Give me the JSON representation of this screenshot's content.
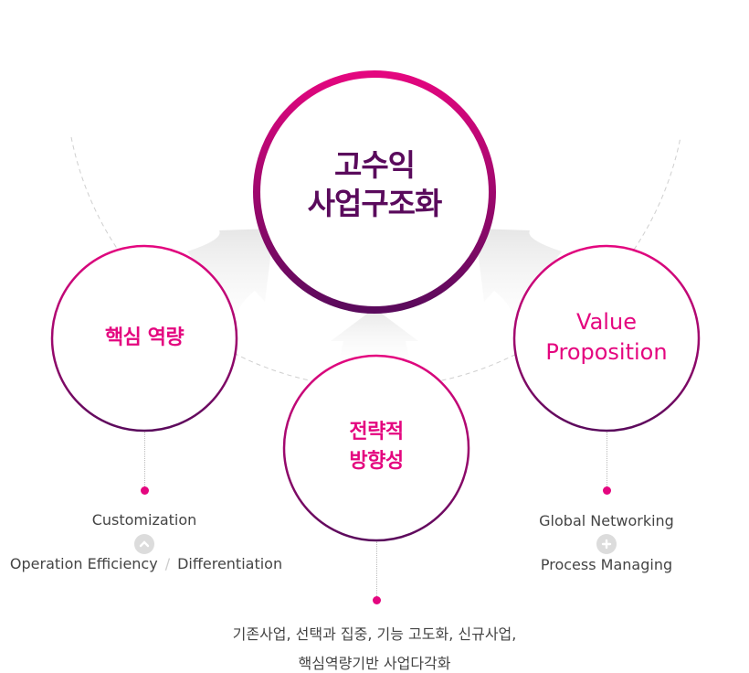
{
  "diagram": {
    "center": {
      "lines": [
        "고수익",
        "사업구조화"
      ]
    },
    "nodes": [
      {
        "id": "core-competency",
        "lines": [
          "핵심 역량"
        ],
        "items": {
          "top": "Customization",
          "connector_icon": "chevron-up-icon",
          "bottom_left": "Operation Efficiency",
          "separator": "/",
          "bottom_right": "Differentiation"
        }
      },
      {
        "id": "strategic-direction",
        "lines": [
          "전략적",
          "방향성"
        ],
        "items": {
          "line1": "기존사업, 선택과 집중, 기능 고도화, 신규사업,",
          "line2": "핵심역량기반 사업다각화"
        }
      },
      {
        "id": "value-proposition",
        "lines": [
          "Value",
          "Proposition"
        ],
        "items": {
          "top": "Global Networking",
          "connector_icon": "plus-icon",
          "bottom": "Process Managing"
        }
      }
    ],
    "colors": {
      "accent_pink": "#e4067f",
      "accent_purple": "#5a0a5c",
      "arrow_gray": "#efefef",
      "text_gray": "#444444"
    }
  }
}
